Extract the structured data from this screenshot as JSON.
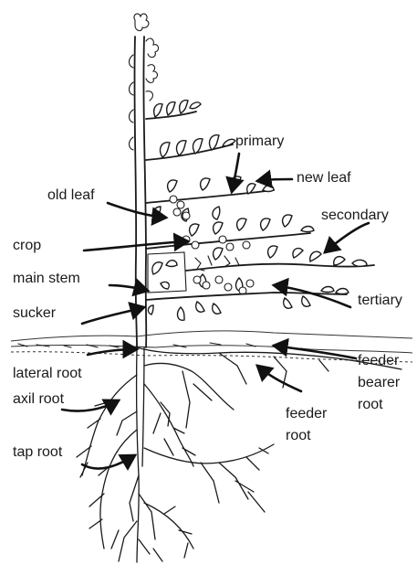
{
  "labels": {
    "primary": "primary",
    "new_leaf": "new leaf",
    "old_leaf": "old leaf",
    "secondary": "secondary",
    "crop": "crop",
    "main_stem": "main stem",
    "sucker": "sucker",
    "tertiary": "tertiary",
    "feeder_bearer_root_1": "feeder",
    "feeder_bearer_root_2": "bearer",
    "feeder_bearer_root_3": "root",
    "lateral_root": "lateral root",
    "axil_root": "axil root",
    "feeder_root_1": "feeder",
    "feeder_root_2": "root",
    "tap_root": "tap root"
  }
}
